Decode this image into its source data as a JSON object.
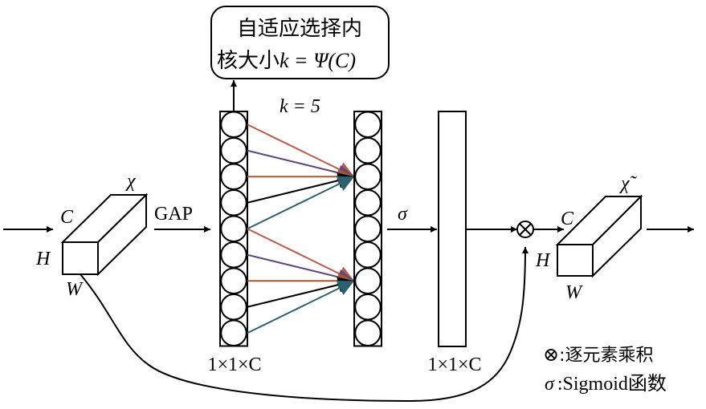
{
  "diagram": {
    "title": "ECA channel attention module",
    "callout": {
      "line1": "自适应选择内",
      "line2_prefix": "核大小",
      "line2_formula": "k = Ψ(C)"
    },
    "kernel_label": "k = 5",
    "input_tensor": {
      "symbol": "χ",
      "dims": {
        "c": "C",
        "h": "H",
        "w": "W"
      }
    },
    "gap_label": "GAP",
    "pooled_vector": {
      "cells": 9,
      "label": "1×1×C"
    },
    "conv_output": {
      "cells": 9
    },
    "conv_links": [
      {
        "from": 0,
        "to": 2,
        "color": "#b85a4a"
      },
      {
        "from": 1,
        "to": 2,
        "color": "#5e4a7a"
      },
      {
        "from": 2,
        "to": 2,
        "color": "#a85530"
      },
      {
        "from": 3,
        "to": 2,
        "color": "#000000"
      },
      {
        "from": 4,
        "to": 2,
        "color": "#2a6070"
      },
      {
        "from": 4,
        "to": 6,
        "color": "#b85a4a"
      },
      {
        "from": 5,
        "to": 6,
        "color": "#5e4a7a"
      },
      {
        "from": 6,
        "to": 6,
        "color": "#a85530"
      },
      {
        "from": 7,
        "to": 6,
        "color": "#000000"
      },
      {
        "from": 8,
        "to": 6,
        "color": "#2a6070"
      }
    ],
    "sigma_label": "σ",
    "weights_vector": {
      "label": "1×1×C"
    },
    "multiply_symbol": "⊗",
    "output_tensor": {
      "symbol": "χ̃",
      "dims": {
        "c": "C",
        "h": "H",
        "w": "W"
      }
    },
    "legend": [
      {
        "symbol": "⊗",
        "text": ":逐元素乘积"
      },
      {
        "symbol": "σ",
        "text": ":Sigmoid函数"
      }
    ]
  }
}
